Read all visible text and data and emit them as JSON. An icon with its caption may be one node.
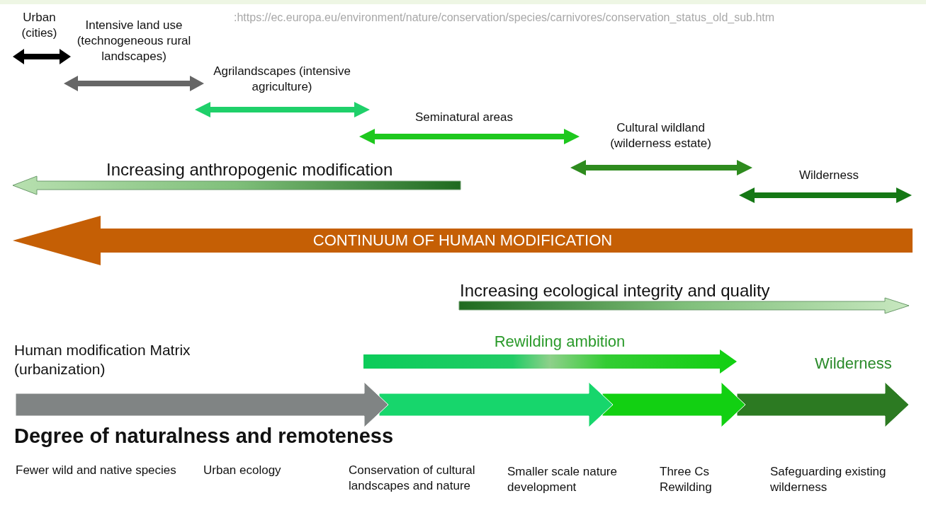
{
  "diagram": {
    "nodes": [
      {
        "text": [
          "CONTINUUM OF HUMAN MODIFICATION"
        ]
      }
    ],
    "labels": [
      "Urban (cities)",
      "Intensive land use (technogeneous rural landscapes)",
      ":https://ec.europa.eu/environment/nature/conservation/species/carnivores/conservation_status_old_sub.htm",
      "Agrilandscapes (intensive agriculture)",
      "Seminatural areas",
      "Cultural wildland (wilderness estate)",
      "Increasing anthropogenic modification",
      "Wilderness",
      "Increasing ecological integrity and quality",
      "Rewilding ambition",
      "Human modification Matrix (urbanization)",
      "Wilderness",
      "Degree of naturalness and remoteness",
      "Fewer wild and native species",
      "Urban ecology",
      "Conservation of cultural landscapes and nature",
      "Smaller scale nature development",
      "Three Cs Rewilding",
      "Safeguarding existing wilderness"
    ]
  }
}
